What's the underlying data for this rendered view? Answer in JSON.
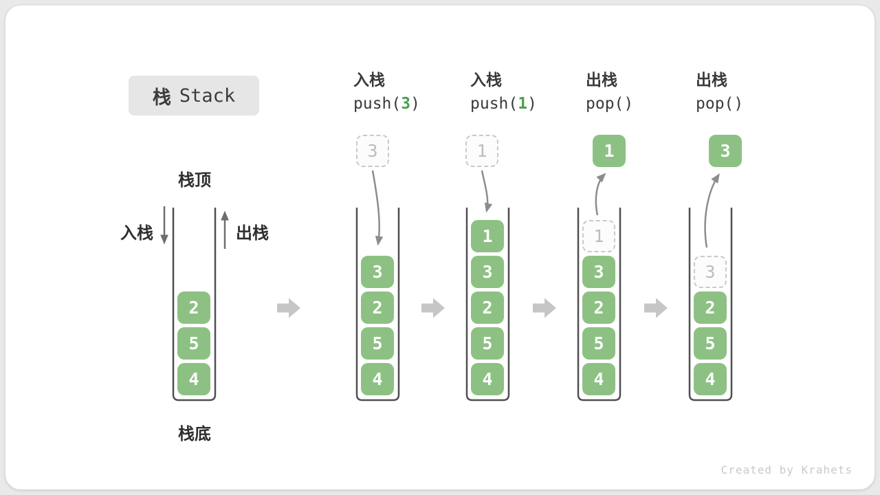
{
  "title": {
    "zh": "栈",
    "en": "Stack"
  },
  "side_labels": {
    "stack_top": "栈顶",
    "stack_bottom": "栈底",
    "push": "入栈",
    "pop": "出栈"
  },
  "operations": [
    {
      "label": "入栈",
      "code_pre": "push(",
      "code_arg": "3",
      "code_post": ")"
    },
    {
      "label": "入栈",
      "code_pre": "push(",
      "code_arg": "1",
      "code_post": ")"
    },
    {
      "label": "出栈",
      "code_pre": "pop(",
      "code_arg": "",
      "code_post": ")"
    },
    {
      "label": "出栈",
      "code_pre": "pop(",
      "code_arg": "",
      "code_post": ")"
    }
  ],
  "floating_cells": [
    {
      "value": "3",
      "style": "dashed"
    },
    {
      "value": "1",
      "style": "dashed"
    },
    {
      "value": "1",
      "style": "solid"
    },
    {
      "value": "3",
      "style": "solid"
    }
  ],
  "stacks": [
    {
      "ghost": "",
      "cells": [
        "2",
        "5",
        "4"
      ]
    },
    {
      "ghost": "",
      "cells": [
        "3",
        "2",
        "5",
        "4"
      ]
    },
    {
      "ghost": "",
      "cells": [
        "1",
        "3",
        "2",
        "5",
        "4"
      ]
    },
    {
      "ghost": "1",
      "cells": [
        "3",
        "2",
        "5",
        "4"
      ]
    },
    {
      "ghost": "3",
      "cells": [
        "2",
        "5",
        "4"
      ]
    }
  ],
  "footer": {
    "credit": "Created by Krahets"
  },
  "colors": {
    "block_green": "#8dc183",
    "accent_green": "#4d9e50",
    "curve_arrow_gray": "#8c8c8c",
    "straight_arrow_gray": "#6e6e6e",
    "block_arrow_gray": "#c6c6c6",
    "stack_wall_gray": "#4f4f4f",
    "ghost_border_gray": "#c9c9c9",
    "title_box_bg": "#e6e6e6",
    "card_bg": "#ffffff",
    "page_bg": "#e9e9e9"
  }
}
